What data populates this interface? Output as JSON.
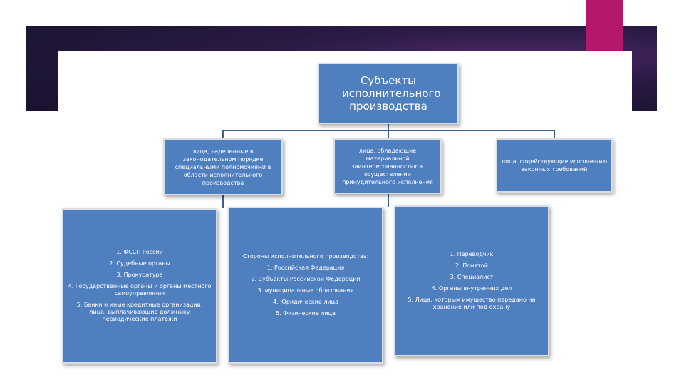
{
  "root": {
    "label": "Субъекты исполнительного производства"
  },
  "categories": [
    {
      "label": "лица, наделенные в законодательном порядке специальными полномочиями в области исполнительного производства"
    },
    {
      "label": "лица, обладающие материальной заинтересованностью в осуществлении принудительного исполнения"
    },
    {
      "label": "лица, содействующие исполнению законных требований"
    }
  ],
  "lists": [
    {
      "heading": "",
      "items": [
        "1. ФССП России",
        "2. Судебные органы",
        "3. Прокуратура",
        "4. Государственные органы и органы местного самоуправления",
        "5. Банки и иные кредитные организации, лица, выплачивающие должнику периодические платежи"
      ]
    },
    {
      "heading": "Стороны исполнительного производства:",
      "items": [
        "1. Российская Федерация",
        "2. Субъекты Российской Федерации",
        "3. муниципальные образования",
        "4. Юридические лица",
        "5. Физические лица"
      ]
    },
    {
      "heading": "",
      "items": [
        "1. Переводчик",
        "2. Понятой",
        "3. Специалист",
        "4. Органы внутренних дел",
        "5. Лица, которым имущество передано на хранение или под охрану"
      ]
    }
  ],
  "colors": {
    "box": "#4f7fbf",
    "connector": "#3c5f8f",
    "banner": "#1f1636",
    "accent": "#b5186a"
  }
}
